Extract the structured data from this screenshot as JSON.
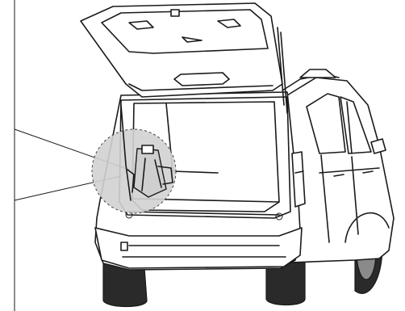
{
  "illustration": {
    "subject": "car-with-open-tailgate",
    "icons": [
      "car-icon",
      "open-tailgate",
      "callout-circle",
      "jack-icon"
    ],
    "colors": {
      "line": "#1a1a1a",
      "highlight": "#cfcfcf",
      "tire": "#2a2a2a",
      "background": "#ffffff"
    }
  }
}
